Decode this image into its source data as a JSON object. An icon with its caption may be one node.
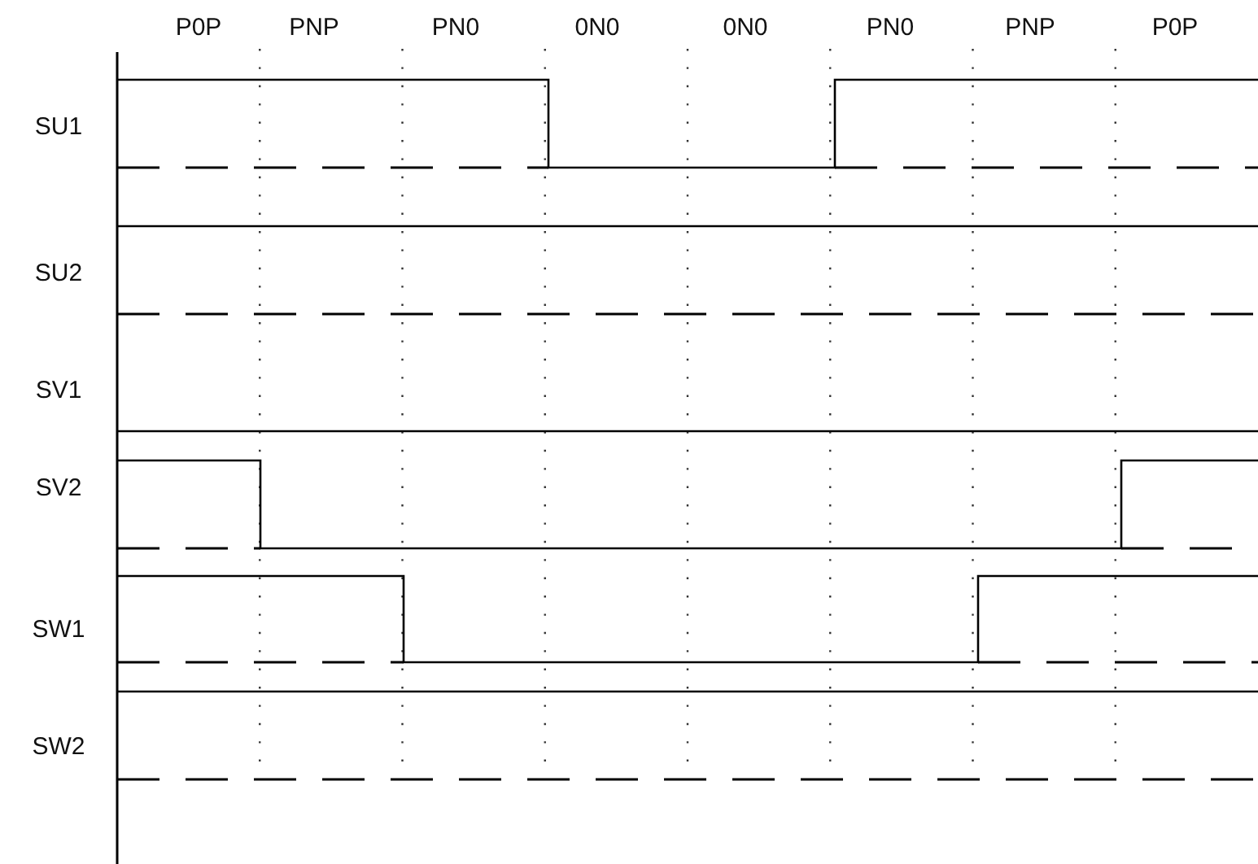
{
  "diagram": {
    "labels": [
      "P0P",
      "PNP",
      "PN0",
      "0N0",
      "0N0",
      "PN0",
      "PNP",
      "P0P",
      "SU1",
      "SU2",
      "SV1",
      "SV2",
      "SW1",
      "SW2"
    ]
  }
}
